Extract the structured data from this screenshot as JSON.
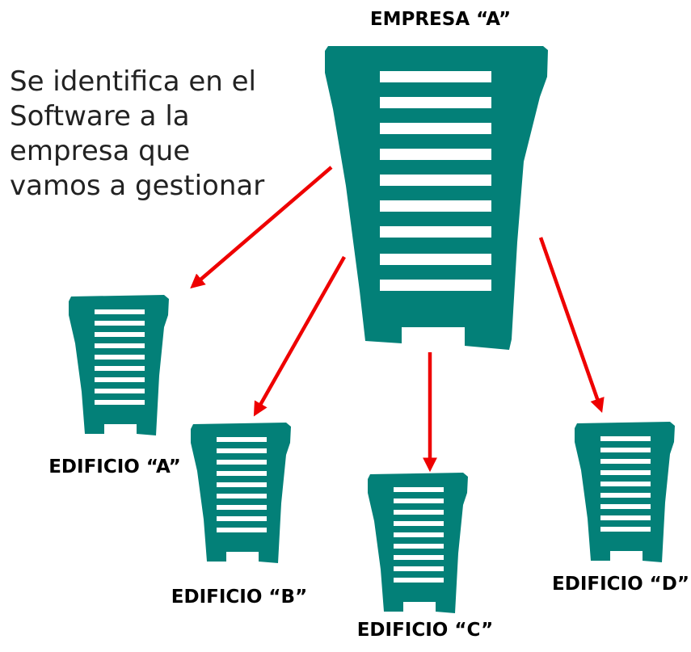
{
  "colors": {
    "building": "#038078",
    "stripes": "#ffffff",
    "arrow": "#ee0000",
    "text": "#000000"
  },
  "description_lines": [
    "Se identifica en el",
    "Software a la",
    "empresa que",
    "vamos a gestionar"
  ],
  "company": {
    "label": "EMPRESA “A”"
  },
  "buildings": [
    {
      "label": "EDIFICIO “A”"
    },
    {
      "label": "EDIFICIO “B”"
    },
    {
      "label": "EDIFICIO “C”"
    },
    {
      "label": "EDIFICIO “D”"
    }
  ]
}
